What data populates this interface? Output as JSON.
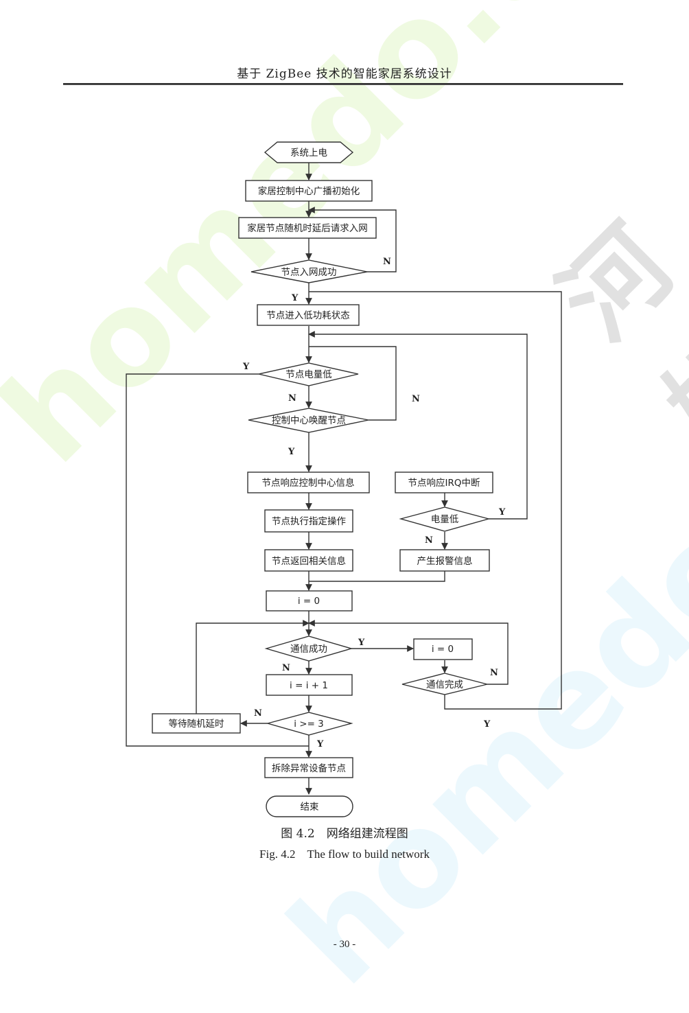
{
  "header": {
    "title": "基于 ZigBee 技术的智能家居系统设计"
  },
  "flowchart": {
    "start": "系统上电",
    "init": "家居控制中心广播初始化",
    "request_join": "家居节点随机时延后请求入网",
    "join_success": "节点入网成功",
    "low_power": "节点进入低功耗状态",
    "battery_low_q": "节点电量低",
    "wake_q": "控制中心唤醒节点",
    "respond_center": "节点响应控制中心信息",
    "respond_irq": "节点响应IRQ中断",
    "battery_low_q2": "电量低",
    "execute": "节点执行指定操作",
    "return_info": "节点返回相关信息",
    "alarm": "产生报警信息",
    "i_zero": "i = 0",
    "comm_success_q": "通信成功",
    "i_zero_2": "i = 0",
    "i_inc": "i = i + 1",
    "comm_done_q": "通信完成",
    "wait_delay": "等待随机延时",
    "i_ge3_q": "i >= 3",
    "remove": "拆除异常设备节点",
    "end": "结束",
    "labels": {
      "yes": "Y",
      "no": "N"
    }
  },
  "caption": {
    "cn": "图 4.2　网络组建流程图",
    "en": "Fig. 4.2　The flow to build network"
  },
  "page_number": "- 30 -",
  "watermarks": [
    "homedo.com",
    "homedo.com",
    "河姆渡"
  ]
}
